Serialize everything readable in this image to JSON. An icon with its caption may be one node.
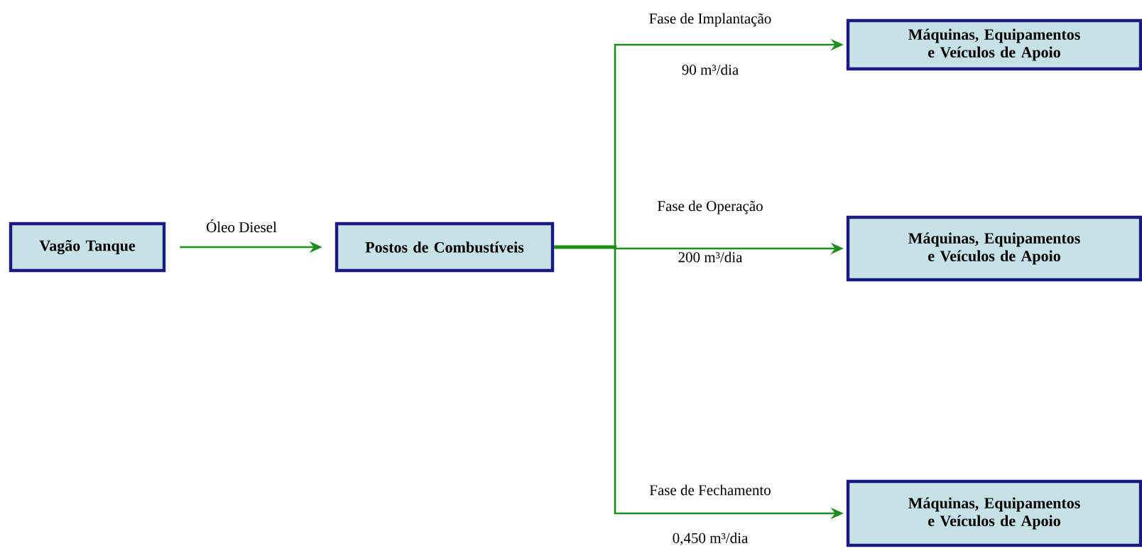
{
  "diagram": {
    "nodes": [
      {
        "text": [
          "Vagão Tanque"
        ]
      },
      {
        "text": [
          "Postos de Combustíveis"
        ]
      },
      {
        "text": [
          "Máquinas, Equipamentos e Veículos de Apoio"
        ]
      },
      {
        "text": [
          "Máquinas, Equipamentos e Veículos de Apoio"
        ]
      },
      {
        "text": [
          "Máquinas, Equipamentos e Veículos de Apoio"
        ]
      }
    ],
    "edges": [
      {
        "from": 0,
        "to": 1,
        "arrow": "to",
        "label": "Óleo Diesel"
      },
      {
        "from": 1,
        "to": 2,
        "arrow": "to",
        "label": "Fase de Implantação"
      },
      {
        "from": 1,
        "to": 3,
        "arrow": "to",
        "label": "Fase de Operação"
      },
      {
        "from": 1,
        "to": 4,
        "arrow": "to",
        "label": "Fase de Fechamento"
      }
    ],
    "labels": [
      "90 m³/dia",
      "200 m³/dia",
      "0,450 m³/dia"
    ]
  }
}
